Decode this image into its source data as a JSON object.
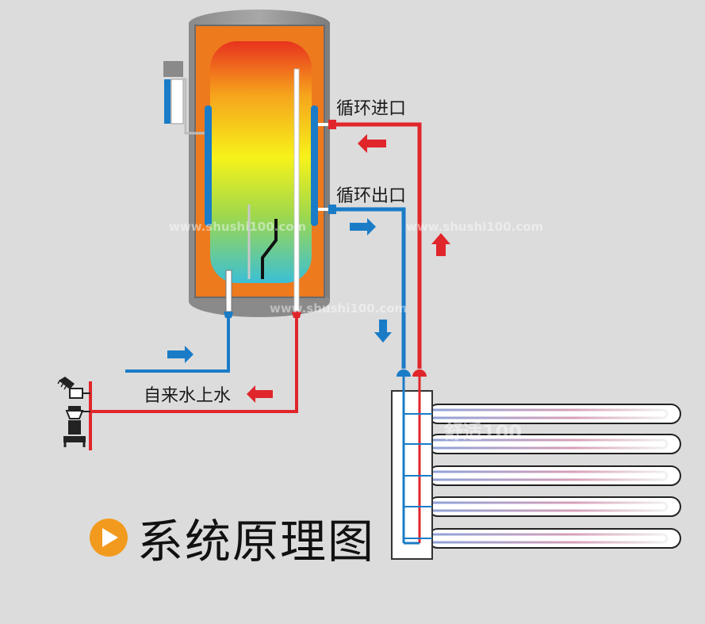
{
  "labels": {
    "circ_inlet": "循环进口",
    "circ_outlet": "循环出口",
    "tap_water_in": "自来水上水",
    "title": "系统原理图"
  },
  "watermarks": [
    "www.shushi100.com",
    "www.shushi100.com",
    "www.shushi100.com",
    "舒适100"
  ],
  "colors": {
    "background": "#dcdcdc",
    "hot_pipe": "#e0262b",
    "cold_pipe": "#1a7cc7",
    "tank_shell": "#7a7a7a",
    "tank_insulation": "#ee7a1e",
    "title_icon": "#f29a1e"
  },
  "icons": [
    "shower-icon",
    "faucet-icon",
    "play-icon",
    "flow-arrow-icon"
  ]
}
